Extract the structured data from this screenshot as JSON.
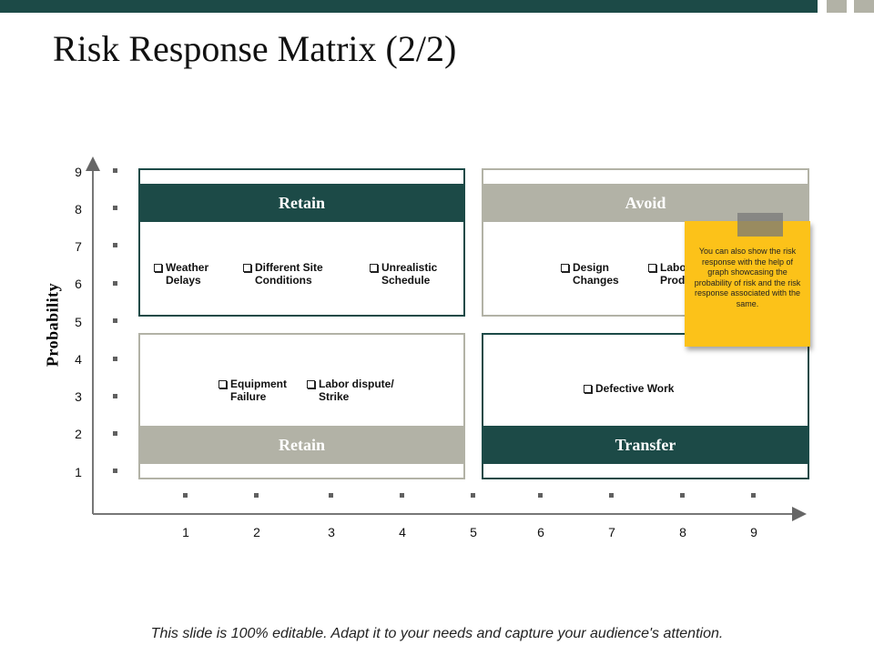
{
  "slide": {
    "title": "Risk Response Matrix (2/2)",
    "footer": "This slide is 100% editable. Adapt it to your needs and capture your audience's attention."
  },
  "axes": {
    "y_label": "Probability",
    "y_ticks": [
      "9",
      "8",
      "7",
      "6",
      "5",
      "4",
      "3",
      "2",
      "1"
    ],
    "x_ticks": [
      "1",
      "2",
      "3",
      "4",
      "5",
      "6",
      "7",
      "8",
      "9"
    ]
  },
  "quadrants": {
    "top_left": {
      "label": "Retain",
      "items": [
        "Weather\nDelays",
        "Different Site\nConditions",
        "Unrealistic\nSchedule"
      ]
    },
    "top_right": {
      "label": "Avoid",
      "items": [
        "Design\nChanges",
        "Labor\nProductivity"
      ]
    },
    "bottom_left": {
      "label": "Retain",
      "items": [
        "Equipment\nFailure",
        "Labor dispute/\nStrike"
      ]
    },
    "bottom_right": {
      "label": "Transfer",
      "items": [
        "Defective Work"
      ]
    }
  },
  "sticky_note": {
    "text": "You can also show the risk response with the help of graph showcasing the probability of risk and the risk response associated with the same."
  },
  "colors": {
    "dark_teal": "#1c4a47",
    "grey": "#b2b2a6",
    "note_yellow": "#fcc219"
  }
}
